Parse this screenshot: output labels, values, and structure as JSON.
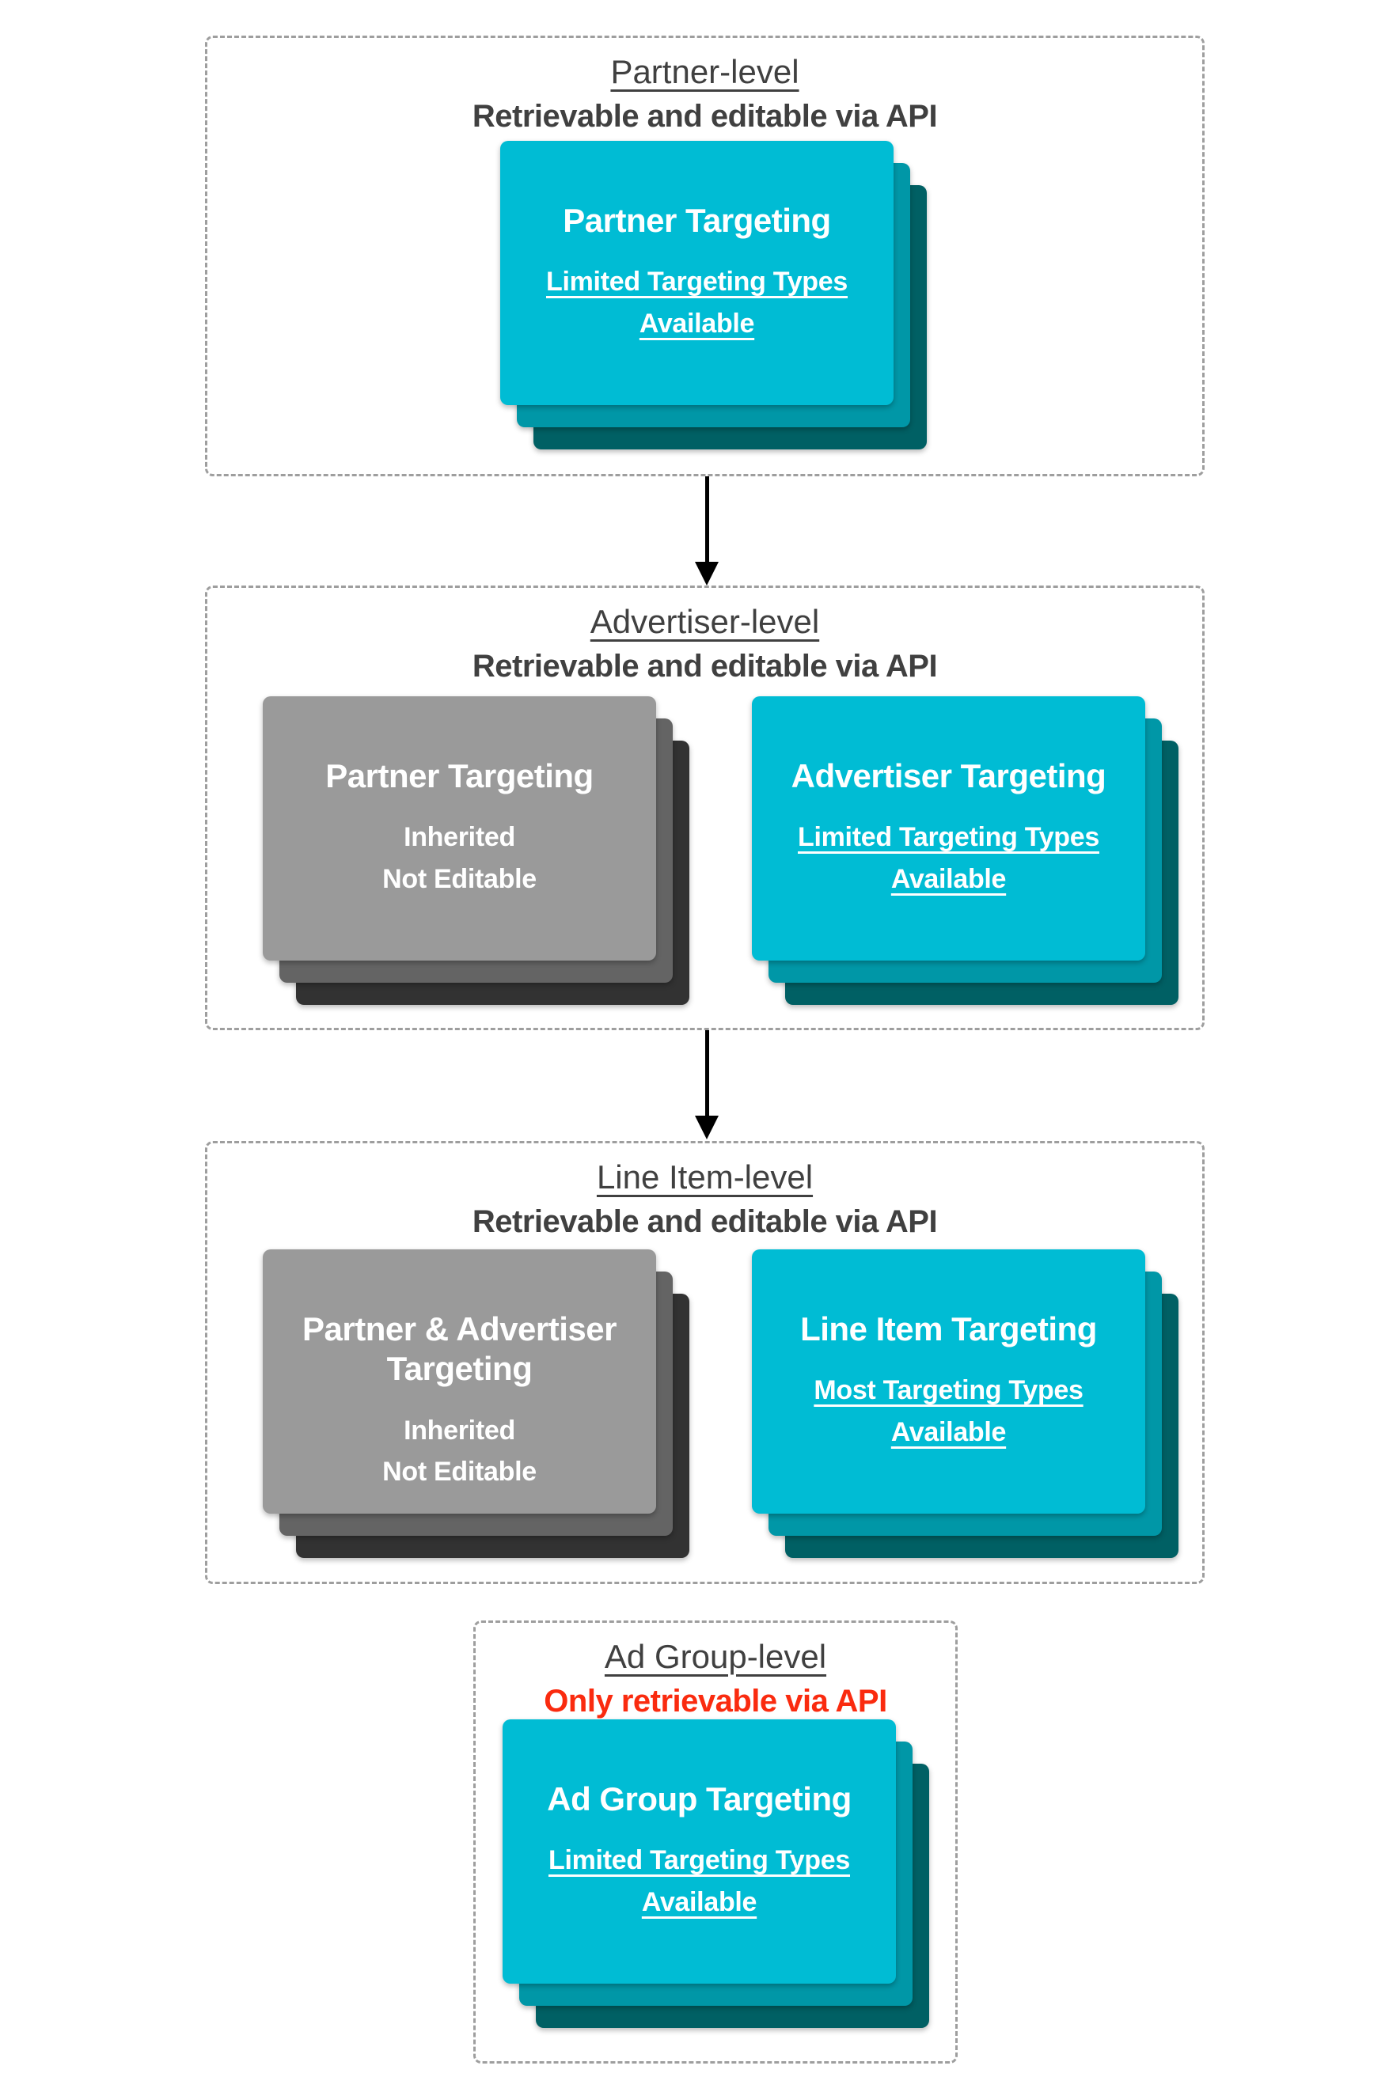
{
  "palette": {
    "page-bg": "#FFFFFF",
    "heading-text": "#404040",
    "alert-red": "#FA2B0F",
    "card-text": "#FFFFFF",
    "cyan-front": "#00BCD4",
    "cyan-mid": "#0097A7",
    "cyan-back": "#006064",
    "gray-front": "#9A9A9A",
    "gray-mid": "#646464",
    "gray-back": "#323232",
    "dashed-border": "#9E9E9E",
    "arrow": "#000000"
  },
  "sections": [
    {
      "id": "partner-level",
      "title": "Partner-level",
      "subtitle": "Retrievable and editable via API",
      "cards": [
        {
          "variant": "cyan",
          "title": "Partner Targeting",
          "body_line1": "Limited Targeting Types",
          "body_line2": "Available"
        }
      ]
    },
    {
      "id": "advertiser-level",
      "title": "Advertiser-level",
      "subtitle": "Retrievable and editable via API",
      "cards": [
        {
          "variant": "gray",
          "title": "Partner Targeting",
          "body_line1": "Inherited",
          "body_line2": "Not Editable"
        },
        {
          "variant": "cyan",
          "title": "Advertiser Targeting",
          "body_line1": "Limited Targeting Types",
          "body_line2": "Available"
        }
      ]
    },
    {
      "id": "line-item-level",
      "title": "Line Item-level",
      "subtitle": "Retrievable and editable via API",
      "cards": [
        {
          "variant": "gray",
          "title": "Partner & Advertiser Targeting",
          "body_line1": "Inherited",
          "body_line2": "Not Editable"
        },
        {
          "variant": "cyan",
          "title": "Line Item Targeting",
          "body_line1": "Most Targeting Types",
          "body_line2": "Available"
        }
      ]
    },
    {
      "id": "ad-group-level",
      "title": "Ad Group-level",
      "subtitle": "Only retrievable via API",
      "cards": [
        {
          "variant": "cyan",
          "title": "Ad Group Targeting",
          "body_line1": "Limited Targeting Types",
          "body_line2": "Available"
        }
      ]
    }
  ],
  "arrows": [
    {
      "from": "Partner-level",
      "to": "Advertiser-level"
    },
    {
      "from": "Advertiser-level",
      "to": "Line Item-level"
    }
  ]
}
